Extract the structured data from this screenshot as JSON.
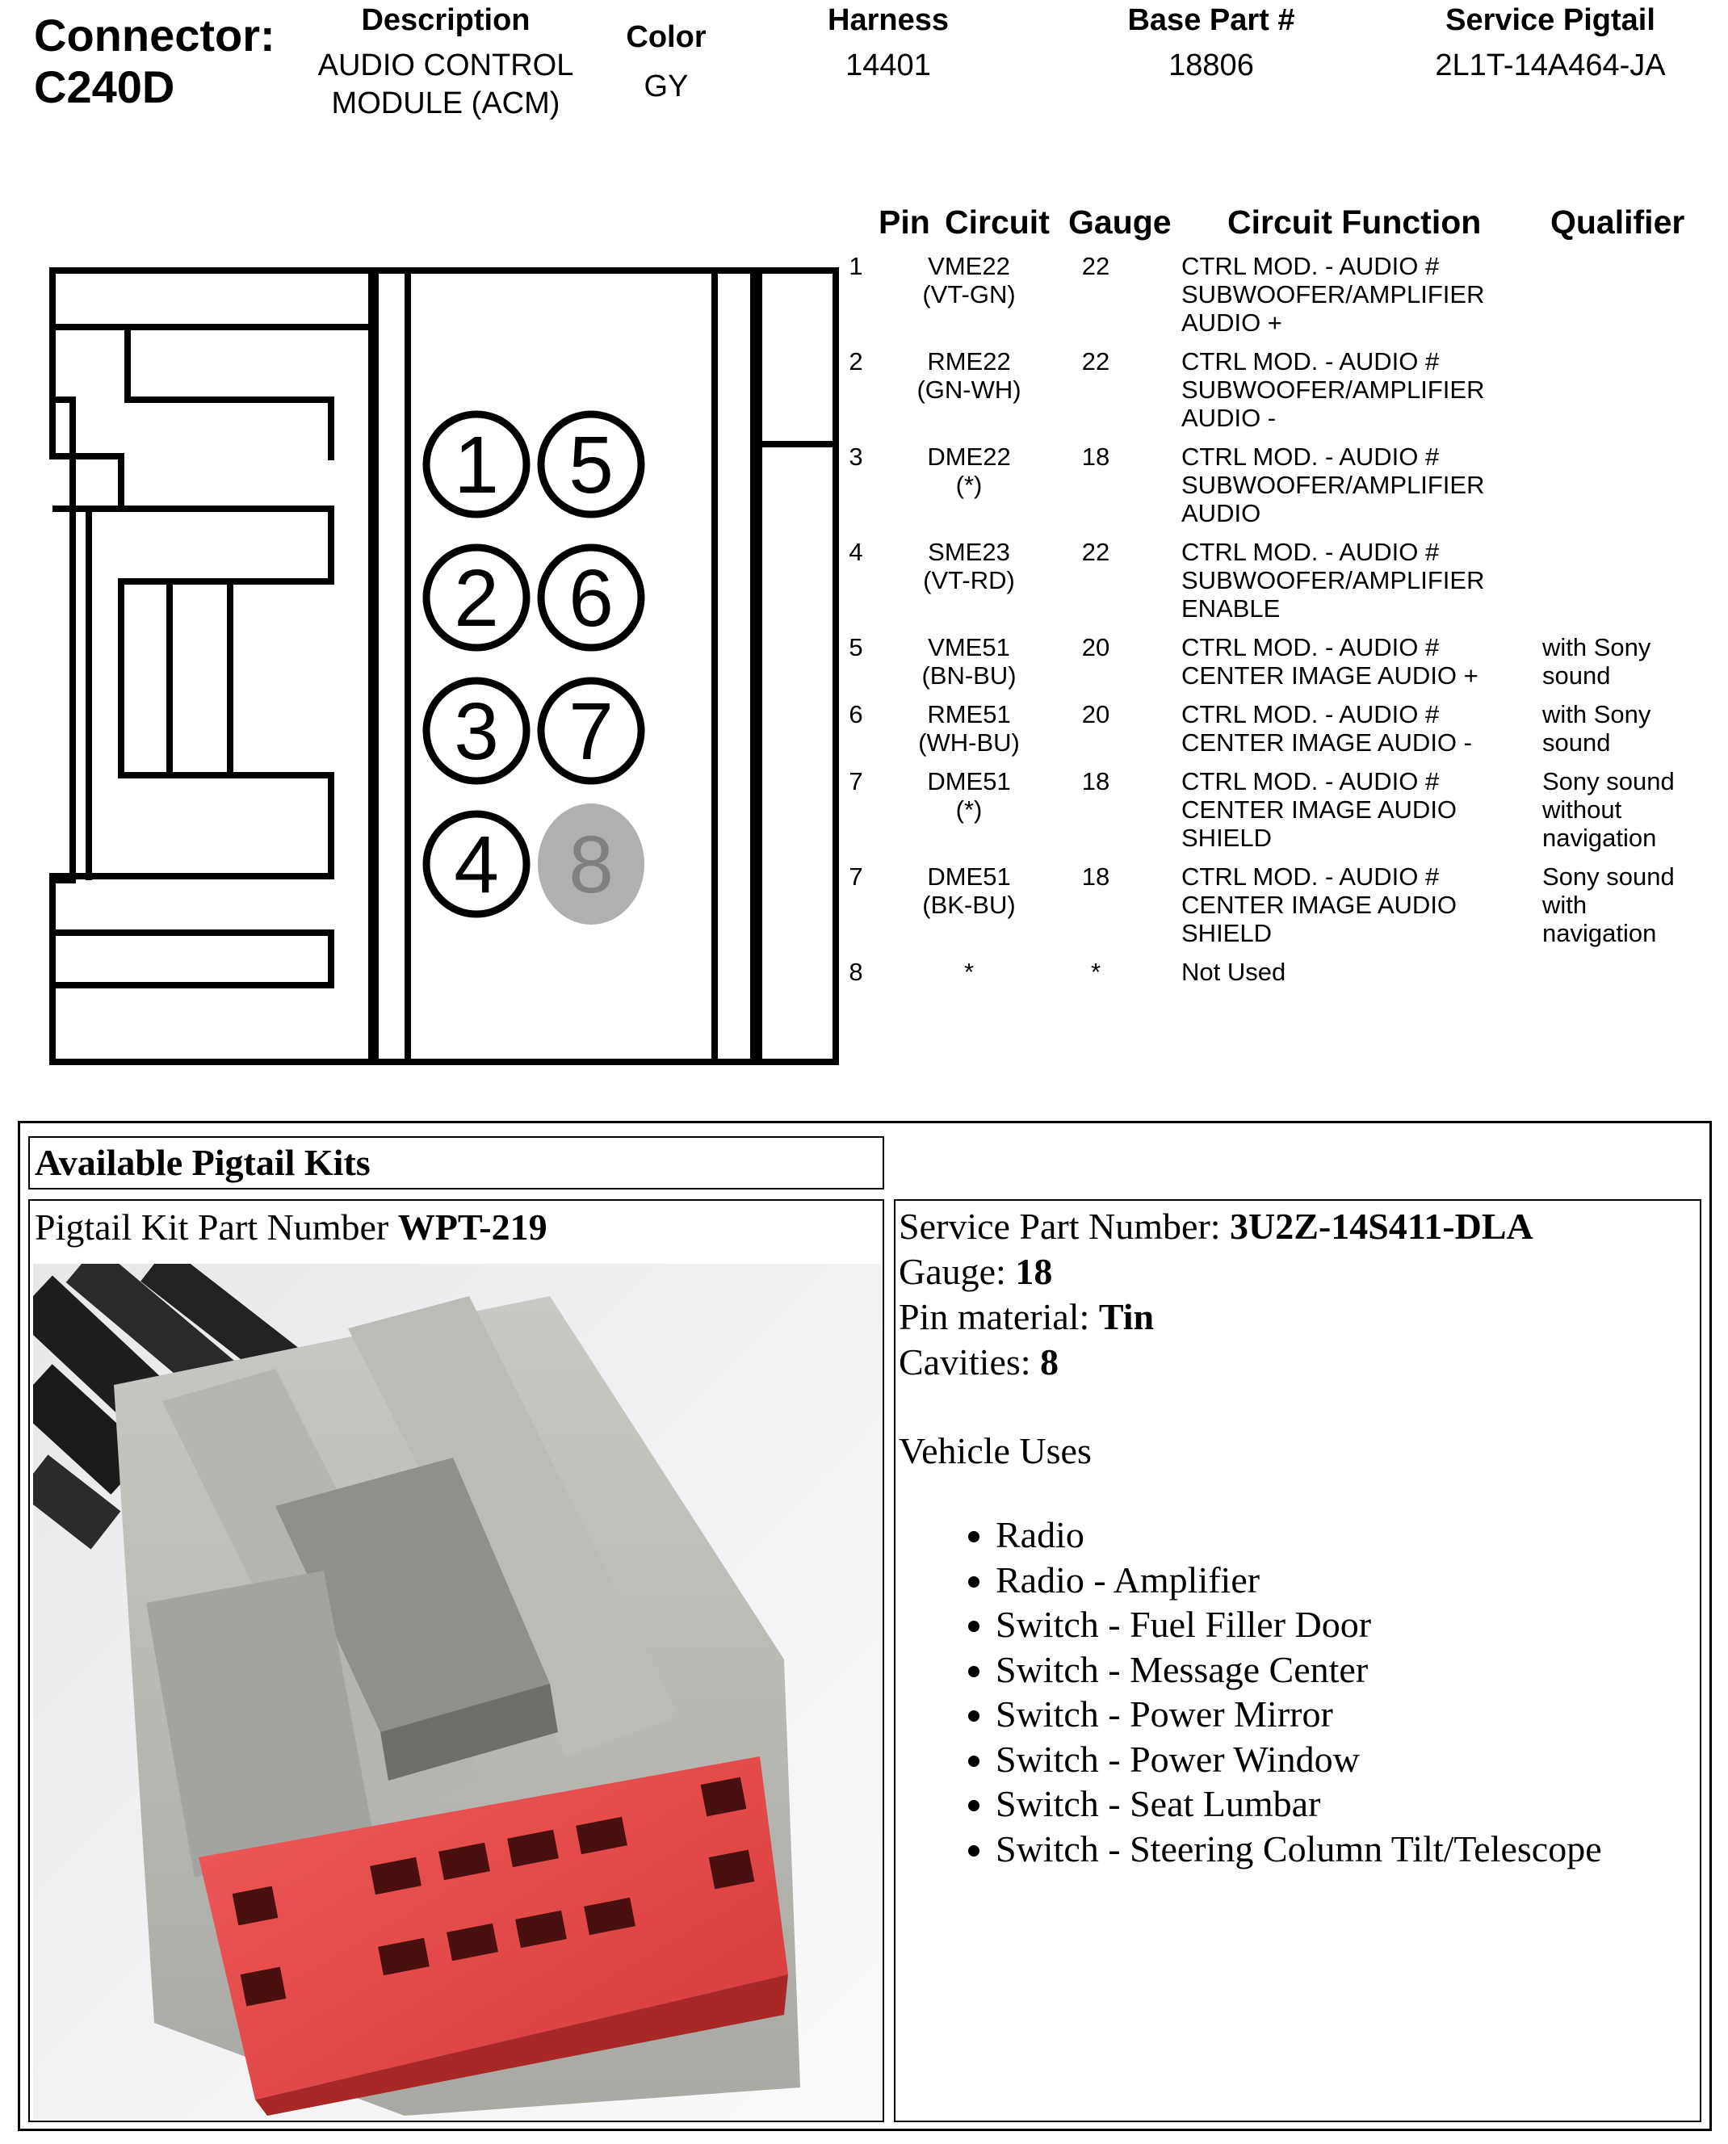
{
  "header": {
    "connector_label": "Connector:",
    "connector_id": "C240D",
    "description_label": "Description",
    "description_lines": [
      "AUDIO CONTROL",
      "MODULE (ACM)"
    ],
    "color_label": "Color",
    "color_value": "GY",
    "harness_label": "Harness",
    "harness_value": "14401",
    "base_part_label": "Base Part #",
    "base_part_value": "18806",
    "service_pigtail_label": "Service Pigtail",
    "service_pigtail_value": "2L1T-14A464-JA"
  },
  "connector_diagram": {
    "cavities": [
      {
        "number": "1",
        "used": true
      },
      {
        "number": "2",
        "used": true
      },
      {
        "number": "3",
        "used": true
      },
      {
        "number": "4",
        "used": true
      },
      {
        "number": "5",
        "used": true
      },
      {
        "number": "6",
        "used": true
      },
      {
        "number": "7",
        "used": true
      },
      {
        "number": "8",
        "used": false
      }
    ]
  },
  "pin_table": {
    "columns": [
      "Pin",
      "Circuit",
      "Gauge",
      "Circuit Function",
      "Qualifier"
    ],
    "rows": [
      {
        "pin": "1",
        "circuit": [
          "VME22",
          "(VT-GN)"
        ],
        "gauge": "22",
        "function": [
          "CTRL MOD. - AUDIO #",
          "SUBWOOFER/AMPLIFIER",
          "AUDIO +"
        ],
        "qualifier": []
      },
      {
        "pin": "2",
        "circuit": [
          "RME22",
          "(GN-WH)"
        ],
        "gauge": "22",
        "function": [
          "CTRL MOD. - AUDIO #",
          "SUBWOOFER/AMPLIFIER",
          "AUDIO -"
        ],
        "qualifier": []
      },
      {
        "pin": "3",
        "circuit": [
          "DME22",
          "(*)"
        ],
        "gauge": "18",
        "function": [
          "CTRL MOD. - AUDIO #",
          "SUBWOOFER/AMPLIFIER",
          "AUDIO"
        ],
        "qualifier": []
      },
      {
        "pin": "4",
        "circuit": [
          "SME23",
          "(VT-RD)"
        ],
        "gauge": "22",
        "function": [
          "CTRL MOD. - AUDIO #",
          "SUBWOOFER/AMPLIFIER",
          "ENABLE"
        ],
        "qualifier": []
      },
      {
        "pin": "5",
        "circuit": [
          "VME51",
          "(BN-BU)"
        ],
        "gauge": "20",
        "function": [
          "CTRL MOD. - AUDIO #",
          "CENTER IMAGE AUDIO +"
        ],
        "qualifier": [
          "with Sony",
          "sound"
        ]
      },
      {
        "pin": "6",
        "circuit": [
          "RME51",
          "(WH-BU)"
        ],
        "gauge": "20",
        "function": [
          "CTRL MOD. - AUDIO #",
          "CENTER IMAGE AUDIO -"
        ],
        "qualifier": [
          "with Sony",
          "sound"
        ]
      },
      {
        "pin": "7",
        "circuit": [
          "DME51",
          "(*)"
        ],
        "gauge": "18",
        "function": [
          "CTRL MOD. - AUDIO #",
          "CENTER IMAGE AUDIO",
          "SHIELD"
        ],
        "qualifier": [
          "Sony sound",
          "without",
          "navigation"
        ]
      },
      {
        "pin": "7",
        "circuit": [
          "DME51",
          "(BK-BU)"
        ],
        "gauge": "18",
        "function": [
          "CTRL MOD. - AUDIO #",
          "CENTER IMAGE AUDIO",
          "SHIELD"
        ],
        "qualifier": [
          "Sony sound",
          "with",
          "navigation"
        ]
      },
      {
        "pin": "8",
        "circuit": [
          "*"
        ],
        "gauge": "*",
        "function": [
          "Not Used"
        ],
        "qualifier": []
      }
    ]
  },
  "pigtail_kits": {
    "title": "Available Pigtail Kits",
    "kit_label": "Pigtail Kit Part Number ",
    "kit_number": "WPT-219",
    "specs": [
      {
        "label": "Service Part Number: ",
        "value": "3U2Z-14S411-DLA"
      },
      {
        "label": "Gauge: ",
        "value": "18"
      },
      {
        "label": "Pin material: ",
        "value": "Tin"
      },
      {
        "label": "Cavities: ",
        "value": "8"
      }
    ],
    "vehicle_uses_label": "Vehicle Uses",
    "vehicle_uses": [
      "Radio",
      "Radio - Amplifier",
      "Switch - Fuel Filler Door",
      "Switch - Message Center",
      "Switch - Power Mirror",
      "Switch - Power Window",
      "Switch - Seat Lumbar",
      "Switch - Steering Column Tilt/Telescope"
    ]
  }
}
